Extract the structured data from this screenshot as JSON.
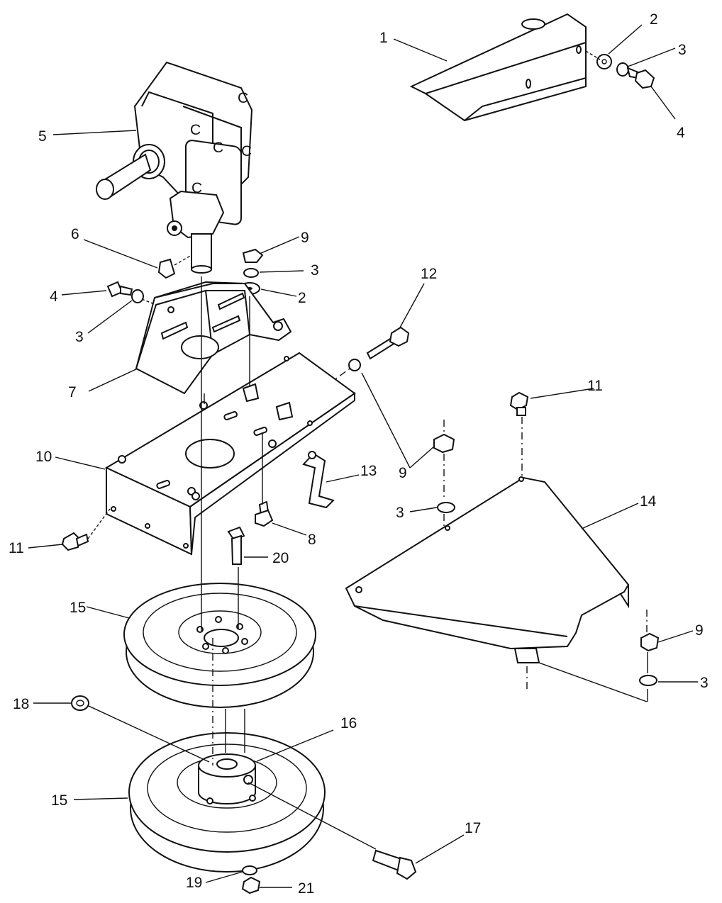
{
  "diagram": {
    "callouts": [
      {
        "id": "c1",
        "label": "1"
      },
      {
        "id": "c2a",
        "label": "2"
      },
      {
        "id": "c3a",
        "label": "3"
      },
      {
        "id": "c4a",
        "label": "4"
      },
      {
        "id": "c5",
        "label": "5"
      },
      {
        "id": "c6",
        "label": "6"
      },
      {
        "id": "c9a",
        "label": "9"
      },
      {
        "id": "c3b",
        "label": "3"
      },
      {
        "id": "c2b",
        "label": "2"
      },
      {
        "id": "c4b",
        "label": "4"
      },
      {
        "id": "c3c",
        "label": "3"
      },
      {
        "id": "c12",
        "label": "12"
      },
      {
        "id": "c7",
        "label": "7"
      },
      {
        "id": "c11a",
        "label": "11"
      },
      {
        "id": "c10",
        "label": "10"
      },
      {
        "id": "c13",
        "label": "13"
      },
      {
        "id": "c9b",
        "label": "9"
      },
      {
        "id": "c3d",
        "label": "3"
      },
      {
        "id": "c14",
        "label": "14"
      },
      {
        "id": "c11b",
        "label": "11"
      },
      {
        "id": "c8",
        "label": "8"
      },
      {
        "id": "c20",
        "label": "20"
      },
      {
        "id": "c15a",
        "label": "15"
      },
      {
        "id": "c9c",
        "label": "9"
      },
      {
        "id": "c3e",
        "label": "3"
      },
      {
        "id": "c18",
        "label": "18"
      },
      {
        "id": "c16",
        "label": "16"
      },
      {
        "id": "c15b",
        "label": "15"
      },
      {
        "id": "c17",
        "label": "17"
      },
      {
        "id": "c19",
        "label": "19"
      },
      {
        "id": "c21",
        "label": "21"
      }
    ]
  }
}
